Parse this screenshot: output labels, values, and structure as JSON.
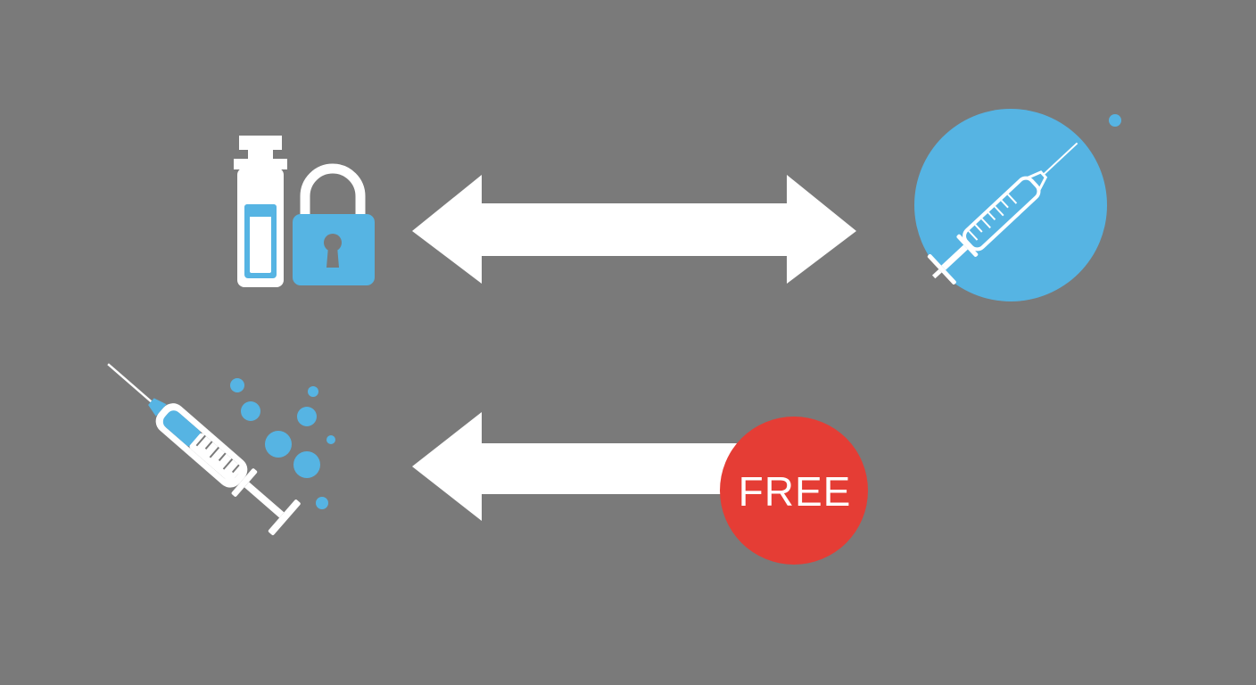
{
  "colors": {
    "background": "#7a7a7a",
    "icon_blue": "#56b4e3",
    "arrow_white": "#ffffff",
    "badge_red": "#e53d35"
  },
  "icons": {
    "vial": "test-tube-icon",
    "lock": "padlock-icon",
    "syringe_in_circle": "syringe-icon",
    "syringe_with_drops": "syringe-icon",
    "row1_arrow": "double-headed-arrow",
    "row2_arrow": "left-arrow",
    "badge": "free-badge"
  },
  "badge": {
    "label": "FREE"
  }
}
